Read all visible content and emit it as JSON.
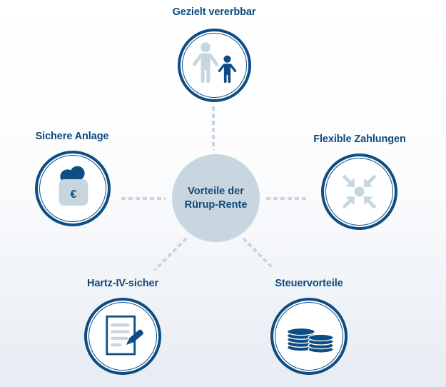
{
  "center": {
    "line1": "Vorteile der",
    "line2": "Rürup-Rente"
  },
  "nodes": [
    {
      "label": "Gezielt vererbbar",
      "icon": "parent-child-icon"
    },
    {
      "label": "Sichere Anlage",
      "icon": "coins-euro-icon"
    },
    {
      "label": "Flexible Zahlungen",
      "icon": "converging-arrows-icon"
    },
    {
      "label": "Hartz-IV-sicher",
      "icon": "document-pen-icon"
    },
    {
      "label": "Steuervorteile",
      "icon": "coin-stacks-icon"
    }
  ],
  "colors": {
    "primary": "#0e4d84",
    "light_icon": "#c7d5df",
    "center_fill": "#c8d6e0",
    "connector": "#c9d0d8"
  }
}
